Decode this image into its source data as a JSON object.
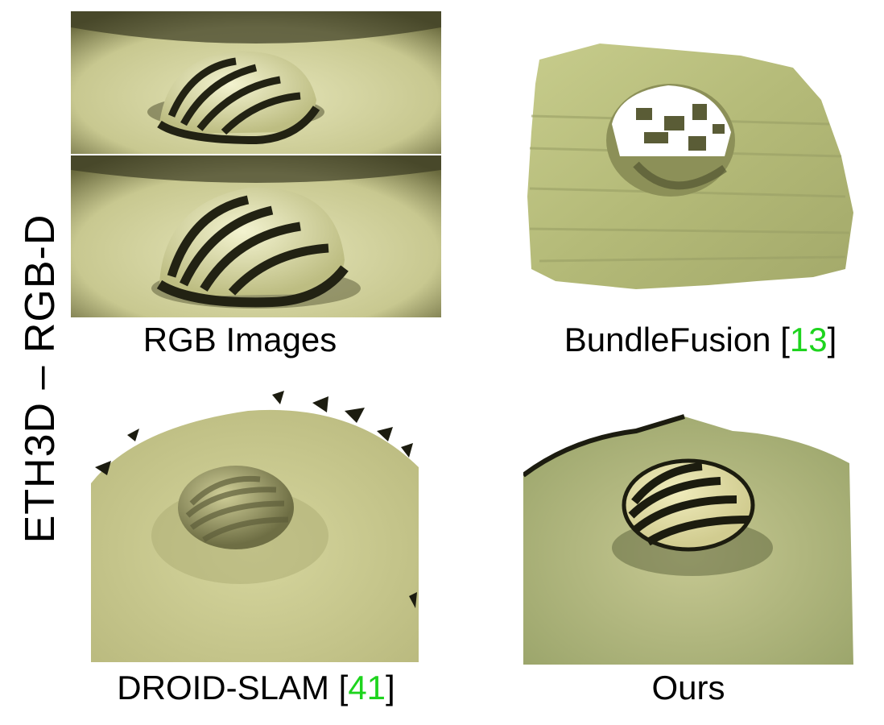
{
  "figure": {
    "row_label": "ETH3D – RGB-D",
    "panels": [
      {
        "caption": "RGB Images",
        "citation": ""
      },
      {
        "caption": "BundleFusion [",
        "citation": "13",
        "caption_end": "]"
      },
      {
        "caption": "DROID-SLAM [",
        "citation": "41",
        "caption_end": "]"
      },
      {
        "caption": "Ours",
        "citation": ""
      }
    ]
  },
  "colors": {
    "citation": "#1ed41e",
    "scene_tint": "#c9c98a"
  }
}
